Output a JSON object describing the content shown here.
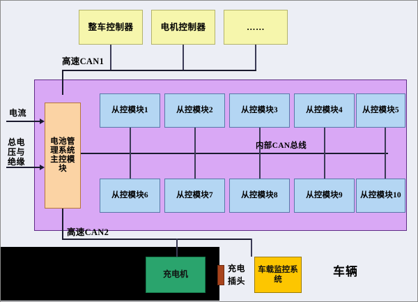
{
  "diagram": {
    "title_label": "车辆",
    "top_controllers": [
      {
        "label": "整车控制器"
      },
      {
        "label": "电机控制器"
      },
      {
        "label": "……"
      }
    ],
    "bus_labels": {
      "can1": "高速CAN1",
      "can2": "高速CAN2",
      "internal_can": "内部CAN总线"
    },
    "master_module": {
      "label": "电池管理系统主控模块"
    },
    "slave_modules_row1": [
      {
        "label": "从控模块1"
      },
      {
        "label": "从控模块2"
      },
      {
        "label": "从控模块3"
      },
      {
        "label": "从控模块4"
      },
      {
        "label": "从控模块5"
      }
    ],
    "slave_modules_row2": [
      {
        "label": "从控模块6"
      },
      {
        "label": "从控模块7"
      },
      {
        "label": "从控模块8"
      },
      {
        "label": "从控模块9"
      },
      {
        "label": "从控模块10"
      }
    ],
    "left_inputs": [
      {
        "label": "电流"
      },
      {
        "label": "总电\n压与\n绝缘"
      }
    ],
    "charger": {
      "label": "充电机"
    },
    "charge_plug": {
      "label": "充电\n插头"
    },
    "monitor_system": {
      "label": "车载监控系统"
    },
    "colors": {
      "background": "#eceef5",
      "panel_purple": "#d9a8f5",
      "panel_black": "#000000",
      "controller_yellow": "#f6f6ac",
      "slave_blue": "#b4d6f3",
      "master_orange": "#fbd3a4",
      "charger_green": "#2aa46d",
      "monitor_gold": "#fdc600",
      "plug_brown": "#a8431c",
      "line": "#1a1a2e"
    }
  }
}
